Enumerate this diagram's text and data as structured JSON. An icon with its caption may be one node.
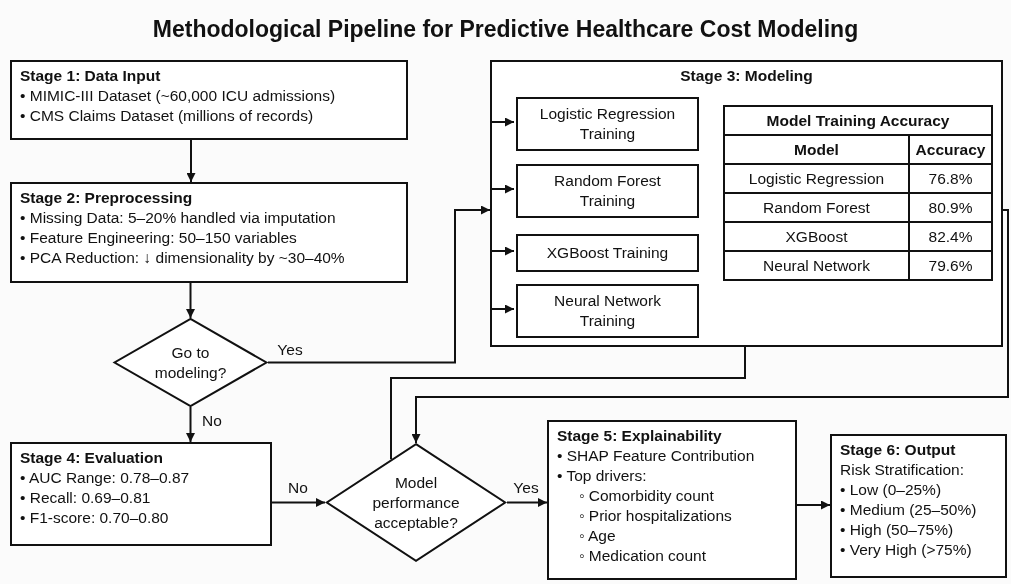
{
  "diagram": {
    "title": "Methodological Pipeline for Predictive Healthcare Cost Modeling",
    "nodes": [
      {
        "text": [
          "Stage 1: Data Input",
          "• MIMIC-III Dataset (~60,000 ICU admissions)",
          "• CMS Claims Dataset (millions of records)"
        ]
      },
      {
        "text": [
          "Stage 2: Preprocessing",
          "• Missing Data: 5–20% handled via imputation",
          "• Feature Engineering: 50–150 variables",
          "• PCA Reduction: ↓ dimensionality by ~30–40%"
        ]
      },
      {
        "text": [
          "Go to modeling?"
        ]
      },
      {
        "text": [
          "Stage 3: Modeling"
        ]
      },
      {
        "text": [
          "Logistic Regression Training"
        ],
        "in": 3
      },
      {
        "text": [
          "Random Forest Training"
        ],
        "in": 3
      },
      {
        "text": [
          "XGBoost Training"
        ],
        "in": 3
      },
      {
        "text": [
          "Neural Network Training"
        ],
        "in": 3
      },
      {
        "text": [
          "Stage 4: Evaluation",
          "• AUC Range: 0.78–0.87",
          "• Recall: 0.69–0.81",
          "• F1-score: 0.70–0.80"
        ]
      },
      {
        "text": [
          "Model performance acceptable?"
        ]
      },
      {
        "text": [
          "Stage 5: Explainability",
          "• SHAP Feature Contribution",
          "• Top drivers:",
          "◦ Comorbidity count",
          "◦ Prior hospitalizations",
          "◦ Age",
          "◦ Medication count"
        ]
      },
      {
        "text": [
          "Stage 6: Output",
          "Risk Stratification:",
          "• Low (0–25%)",
          "• Medium (25–50%)",
          "• High (50–75%)",
          "• Very High (>75%)"
        ]
      }
    ],
    "edges": [
      {
        "from": 0,
        "to": 1,
        "arrow": "to"
      },
      {
        "from": 1,
        "to": 2,
        "arrow": "to"
      },
      {
        "from": 2,
        "to": 3,
        "arrow": "to",
        "label": "Yes"
      },
      {
        "from": 3,
        "to": 4,
        "arrow": "to"
      },
      {
        "from": 3,
        "to": 5,
        "arrow": "to"
      },
      {
        "from": 3,
        "to": 6,
        "arrow": "to"
      },
      {
        "from": 3,
        "to": 7,
        "arrow": "to"
      },
      {
        "from": 2,
        "to": 8,
        "arrow": "to",
        "label": "No"
      },
      {
        "from": 8,
        "to": 9,
        "arrow": "to",
        "label": "No"
      },
      {
        "from": 9,
        "to": 10,
        "arrow": "to",
        "label": "Yes"
      },
      {
        "from": 10,
        "to": 11,
        "arrow": "to"
      },
      {
        "from": 3,
        "to": 9,
        "arrow": "none"
      },
      {
        "from": 3,
        "to": 9,
        "arrow": "to"
      }
    ],
    "labels": [
      "Model Training Accuracy",
      "Model",
      "Accuracy",
      "Logistic Regression",
      "76.8%",
      "Random Forest",
      "80.9%",
      "XGBoost",
      "82.4%",
      "Neural Network",
      "79.6%"
    ]
  }
}
